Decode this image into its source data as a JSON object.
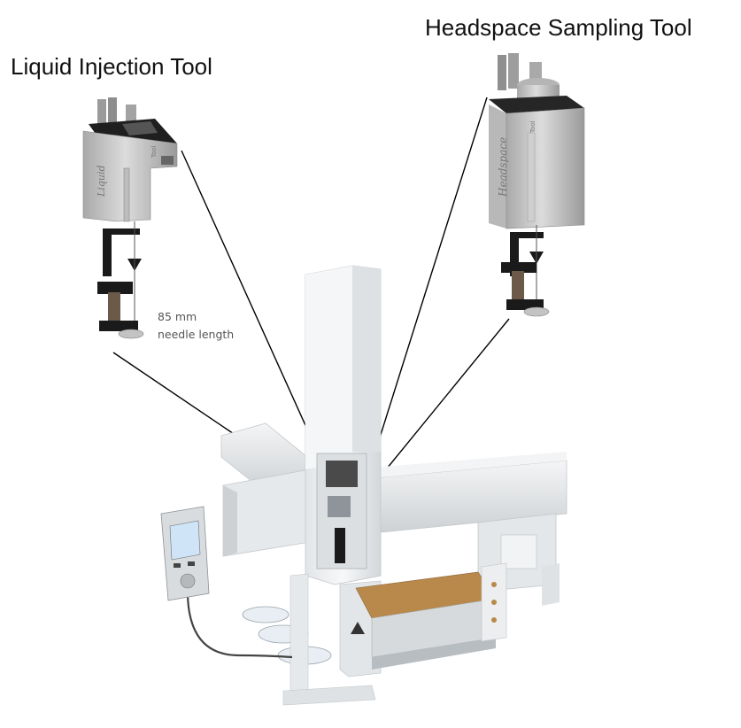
{
  "labels": {
    "liquid_tool": "Liquid Injection Tool",
    "headspace_tool": "Headspace Sampling Tool",
    "needle_value": "85 mm",
    "needle_caption": "needle length",
    "liquid_side_text": "Liquid",
    "headspace_side_text": "Headspace",
    "tool_word_left": "Tool",
    "tool_word_right": "Tool"
  },
  "colors": {
    "metal": "#c9c9c9",
    "metal_dark": "#8e8e8e",
    "black": "#1a1a1a",
    "housing": "#eef0f2",
    "housing_shadow": "#cfd3d6",
    "brass": "#b88a4a",
    "screen": "#cfe4f7",
    "lines": "#000000"
  }
}
